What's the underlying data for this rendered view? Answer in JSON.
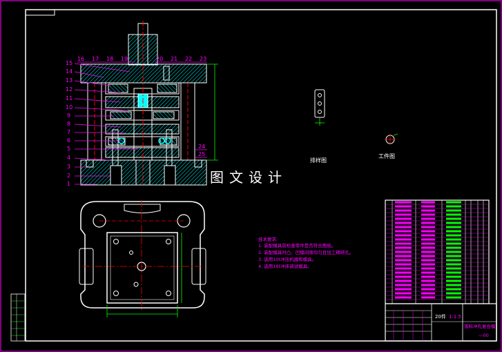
{
  "drawing": {
    "watermark": "图文设计",
    "layout_label": "排样图",
    "workpiece_label": "工件图",
    "part_numbers_left": [
      "15",
      "14",
      "13",
      "12",
      "11",
      "10",
      "9",
      "8",
      "7",
      "6",
      "5",
      "4",
      "3",
      "2",
      "1"
    ],
    "part_numbers_top": [
      "16",
      "17",
      "18",
      "19",
      "20",
      "21",
      "22",
      "23"
    ],
    "part_numbers_right": [
      "24",
      "25"
    ],
    "tech_requirements": {
      "title": "技术要求:",
      "items": [
        "1. 装配模具前检查零件是否符合图纸。",
        "2. 装配模具时凸、凹模间隙均匀且加工精研孔。",
        "3. 选用10t冲压机器和模具。",
        "4. 选用16t冲床调试模具。"
      ]
    },
    "title_block": {
      "scale": "20件",
      "ratio": "1:1.5",
      "name": "落料冲孔复合模",
      "code": "—00"
    },
    "colors": {
      "frame": "#ff00ff",
      "part": "#ffffff",
      "hatch": "#00ffff",
      "dim": "#00ff00",
      "center": "#ff0000",
      "label": "#ff00ff"
    }
  }
}
